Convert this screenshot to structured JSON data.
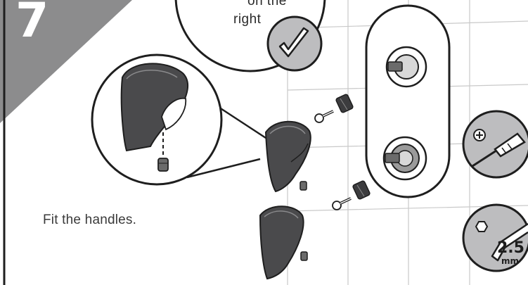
{
  "step": {
    "number": "7"
  },
  "check_callout": {
    "line1": "on the",
    "line2": "right"
  },
  "instruction": "Fit the handles.",
  "tools": {
    "hex_key_size": "2.5",
    "hex_key_unit": "mm"
  },
  "colors": {
    "step_banner": "#8c8c8d",
    "ink": "#1e1e1e",
    "tool_circle": "#bdbdbf",
    "handle_dark": "#4a4a4c",
    "plate_fill": "#ffffff"
  },
  "icons": [
    "checkmark-icon",
    "screwdriver-icon",
    "hex-key-icon",
    "phillips-screw-icon",
    "hexagon-icon"
  ]
}
